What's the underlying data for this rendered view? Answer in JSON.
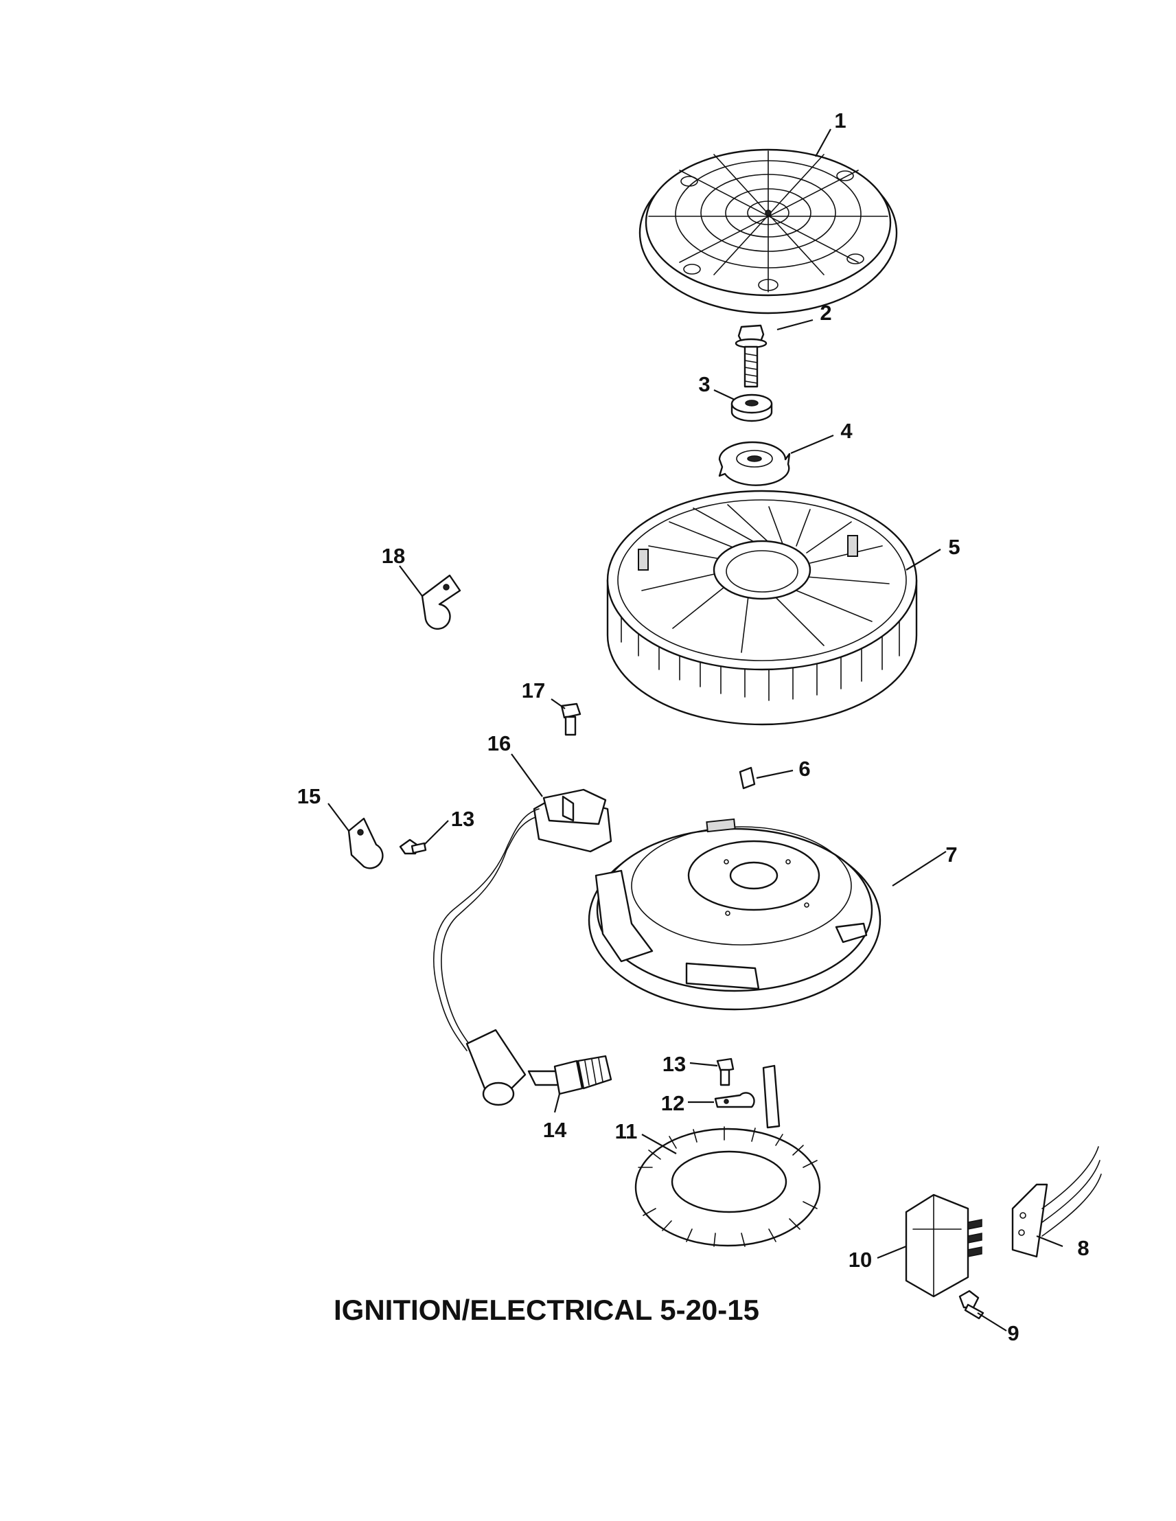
{
  "title": "IGNITION/ELECTRICAL 5-20-15",
  "callouts": [
    "1",
    "2",
    "3",
    "4",
    "5",
    "6",
    "7",
    "8",
    "9",
    "10",
    "11",
    "12",
    "13",
    "14",
    "15",
    "16",
    "17",
    "18",
    "13"
  ]
}
